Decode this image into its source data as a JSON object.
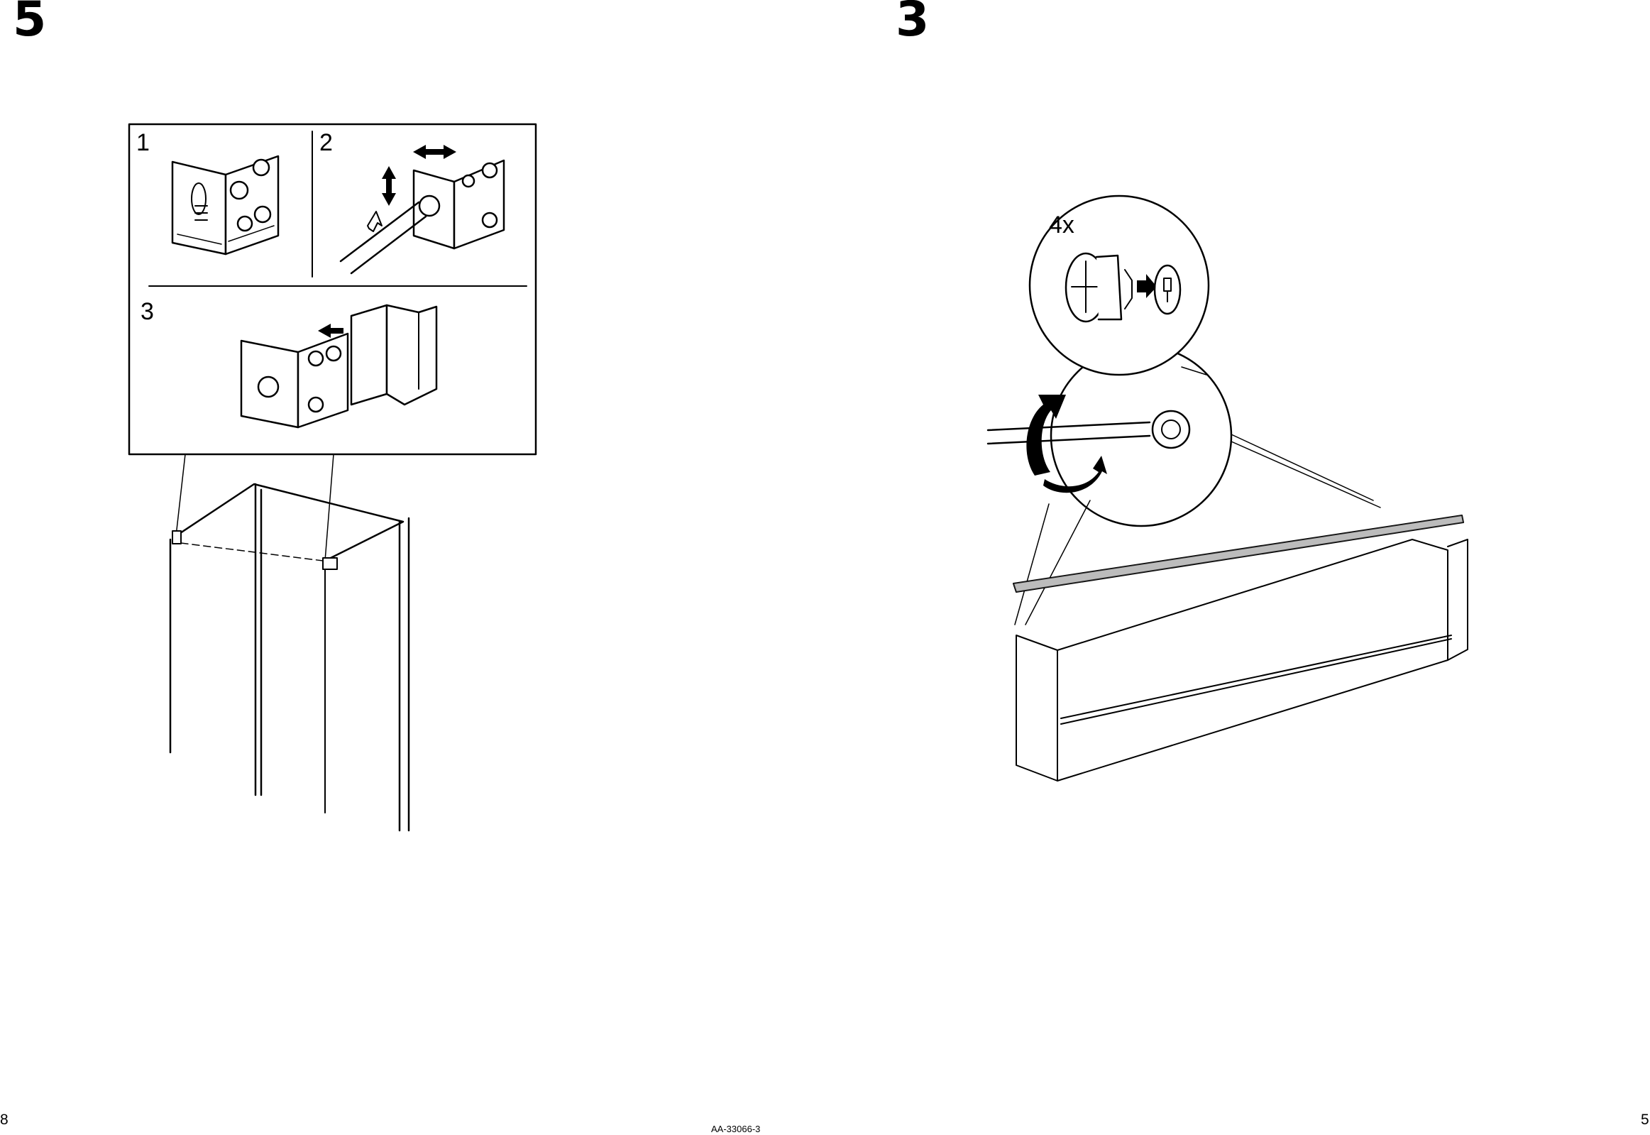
{
  "left_page": {
    "step_number": "5",
    "page_number": "8",
    "detail_labels": [
      "1",
      "2",
      "3"
    ]
  },
  "right_page": {
    "step_number": "3",
    "page_number": "5",
    "quantity_label": "4x"
  },
  "document_code": "AA-33066-3"
}
